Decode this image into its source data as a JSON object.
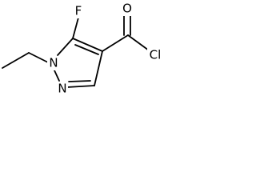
{
  "atoms": {
    "fluorine": "F",
    "oxygen": "O",
    "chlorine": "Cl",
    "nitrogen_1": "N",
    "nitrogen_2": "N"
  }
}
